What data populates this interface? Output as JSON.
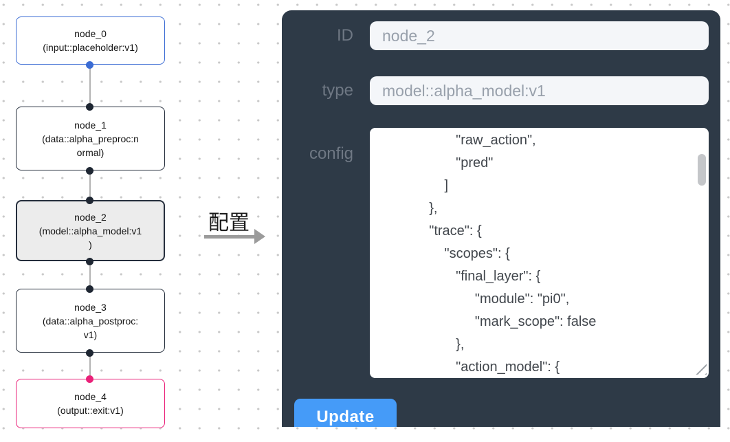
{
  "colors": {
    "node_input_border": "#3b6cd4",
    "node_default_border": "#252e3c",
    "node_selected_bg": "#ececec",
    "node_output_border": "#ea2179",
    "edge": "#b3b3b3",
    "port_dark": "#1f2733",
    "panel_bg": "#2e3a47",
    "field_bg": "#f4f6f9",
    "field_text": "#98a0ab",
    "label_text": "#6f7884",
    "button_bg": "#459bf8",
    "config_text": "#41464c",
    "arrow": "#9b9b9b",
    "dot_grid": "#c9c9c9"
  },
  "flow": {
    "nodes": [
      {
        "id": "node_0",
        "variant": "input",
        "label": "node_0\n(input::placeholder:v1)"
      },
      {
        "id": "node_1",
        "variant": "default",
        "label": "node_1\n(data::alpha_preproc:n\normal)"
      },
      {
        "id": "node_2",
        "variant": "selected",
        "label": "node_2\n(model::alpha_model:v1\n)"
      },
      {
        "id": "node_3",
        "variant": "default",
        "label": "node_3\n(data::alpha_postproc:\nv1)"
      },
      {
        "id": "node_4",
        "variant": "output",
        "label": "node_4\n(output::exit:v1)"
      }
    ]
  },
  "arrow": {
    "label": "配置"
  },
  "panel": {
    "fields": [
      {
        "label": "ID",
        "value": "node_2"
      },
      {
        "label": "type",
        "value": "model::alpha_model:v1"
      },
      {
        "label": "config",
        "value": "                    \"raw_action\",\n                    \"pred\"\n                 ]\n             },\n             \"trace\": {\n                 \"scopes\": {\n                    \"final_layer\": {\n                         \"module\": \"pi0\",\n                         \"mark_scope\": false\n                    },\n                    \"action_model\": {"
      }
    ],
    "update_label": "Update"
  }
}
